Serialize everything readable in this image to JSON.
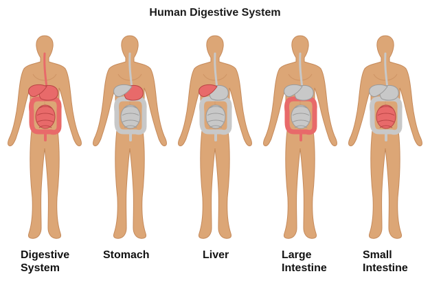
{
  "title": "Human Digestive System",
  "colors": {
    "skin": "#dca676",
    "skin_dark": "#c4895a",
    "highlight": "#e86a6a",
    "organ_gray": "#c8c8c8",
    "organ_gray_dark": "#9a9a9a",
    "background": "#ffffff"
  },
  "figures": [
    {
      "id": "digestive-system",
      "label": "Digestive\nSystem",
      "highlight": [
        "esophagus",
        "liver",
        "stomach",
        "small_intestine",
        "large_intestine"
      ]
    },
    {
      "id": "stomach",
      "label": "Stomach",
      "highlight": [
        "stomach"
      ]
    },
    {
      "id": "liver",
      "label": "Liver",
      "highlight": [
        "liver"
      ]
    },
    {
      "id": "large-intestine",
      "label": "Large\nIntestine",
      "highlight": [
        "large_intestine"
      ]
    },
    {
      "id": "small-intestine",
      "label": "Small\nIntestine",
      "highlight": [
        "small_intestine"
      ]
    }
  ]
}
